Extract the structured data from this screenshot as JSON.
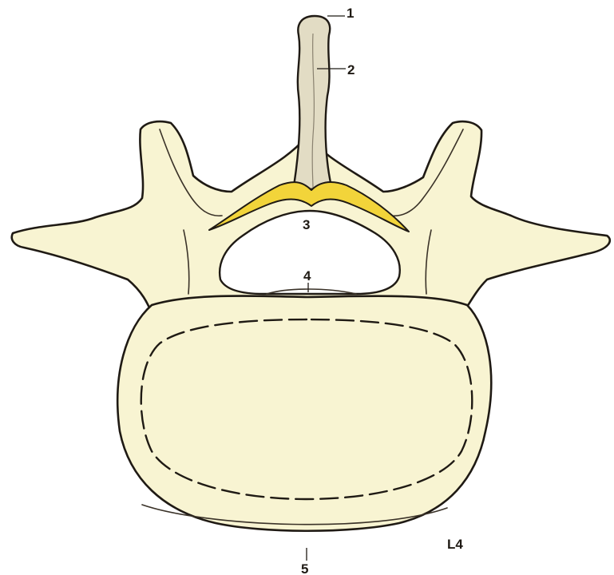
{
  "labels": {
    "l1": "1",
    "l2": "2",
    "l3": "3",
    "l4": "4",
    "l5": "5",
    "level": "L4"
  },
  "colors": {
    "bone_fill": "#f8f4d2",
    "ligament_fill": "#f2d43a",
    "spinous_fill": "#e2dcc4",
    "outline": "#1f1a14"
  }
}
